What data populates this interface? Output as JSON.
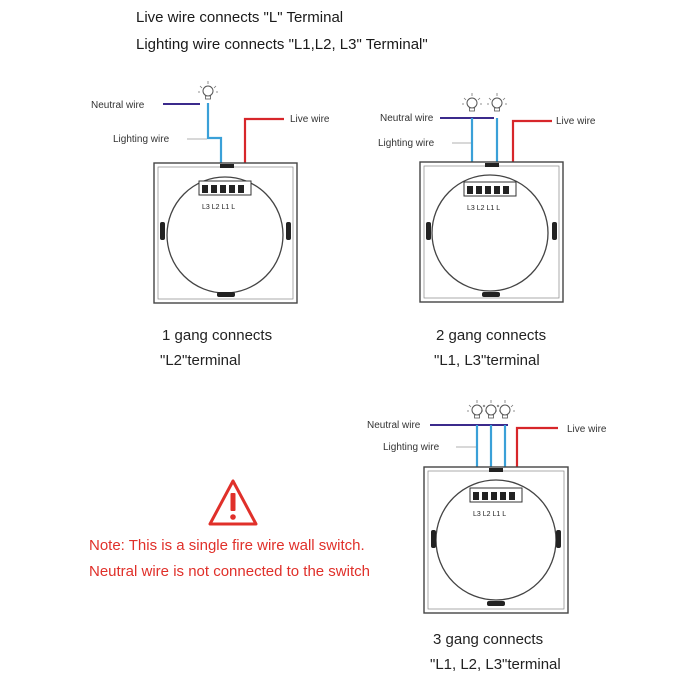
{
  "header": {
    "line1": "Live wire connects \"L\" Terminal",
    "line2": "Lighting wire connects \"L1,L2, L3\" Terminal\""
  },
  "labels": {
    "neutral_wire_1": "Neutral wire",
    "neutral_wire_2": "Neutral wire",
    "neutral_wire_3": "Neutral wire",
    "lighting_wire_1": "Lighting wire",
    "lighting_wire_2": "Lighting wire",
    "lighting_wire_3": "Lighting wire",
    "live_wire_1": "Live wire",
    "live_wire_2": "Live wire",
    "live_wire_3": "Live wire",
    "terminals": "L3 L2 L1  L"
  },
  "captions": {
    "gang1_line1": "1 gang connects",
    "gang1_line2": "\"L2\"terminal",
    "gang2_line1": "2 gang connects",
    "gang2_line2": "\"L1, L3\"terminal",
    "gang3_line1": "3 gang connects",
    "gang3_line2": "\"L1, L2, L3\"terminal"
  },
  "note": {
    "icon": "warning-icon",
    "line1": "Note: This is a single fire wire wall switch.",
    "line2": "Neutral wire is not connected to the switch"
  },
  "colors": {
    "neutral": "#3b2a8c",
    "lighting": "#3aa0d8",
    "live": "#d7262a",
    "warning": "#e0302a"
  }
}
